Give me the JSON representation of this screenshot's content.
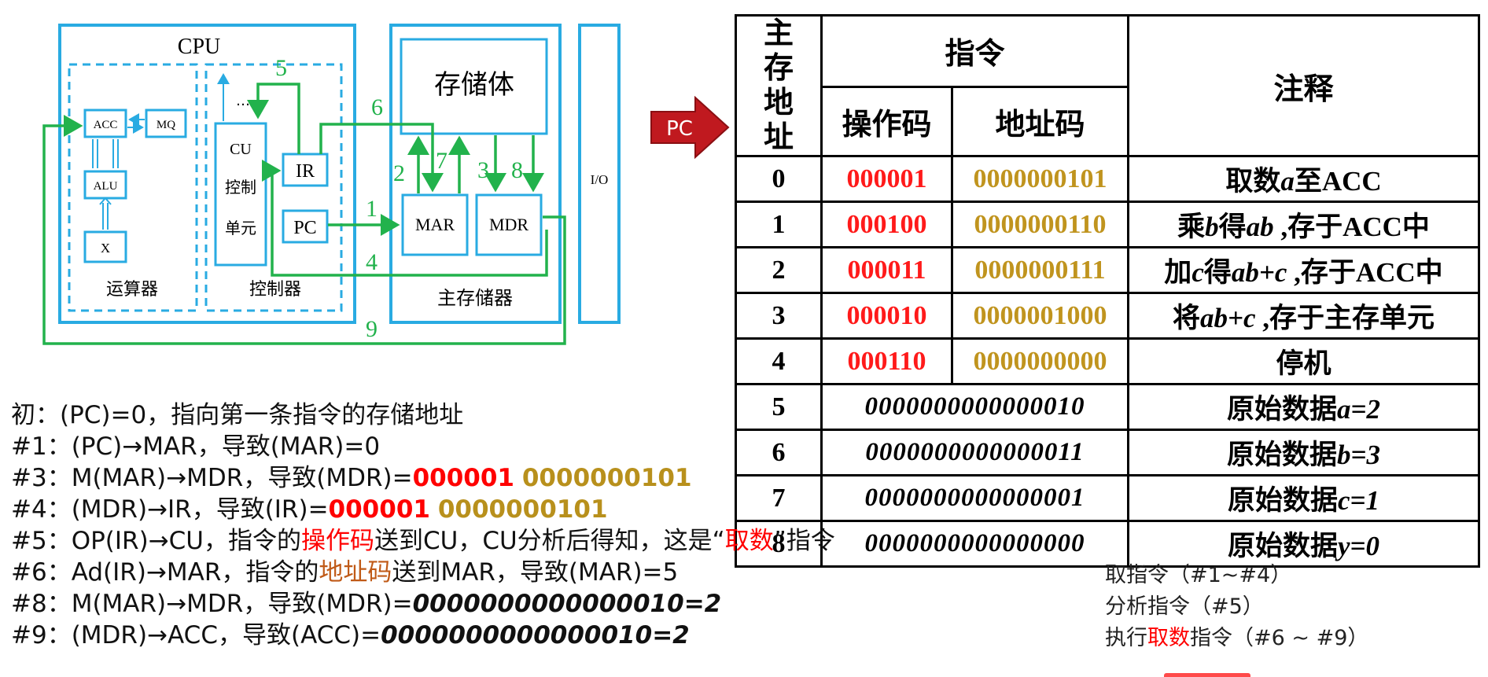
{
  "diagram": {
    "cpu_label": "CPU",
    "acc": "ACC",
    "mq": "MQ",
    "alu": "ALU",
    "x": "X",
    "alu_unit": "运算器",
    "cu_line1": "CU",
    "cu_line2": "控制",
    "cu_line3": "单元",
    "ir": "IR",
    "pc": "PC",
    "ellipsis": "…",
    "control_unit": "控制器",
    "storage_body": "存储体",
    "mar": "MAR",
    "mdr": "MDR",
    "main_memory": "主存储器",
    "io": "I/O",
    "step_numbers": [
      "1",
      "2",
      "3",
      "4",
      "5",
      "6",
      "7",
      "8",
      "9"
    ],
    "colors": {
      "box": "#29abe2",
      "path": "#22b24c",
      "pc_arrow": "#c0191f"
    }
  },
  "pc_arrow_label": "PC",
  "table": {
    "headers": {
      "address": "主存地址",
      "instruction": "指令",
      "opcode": "操作码",
      "addrcode": "地址码",
      "comment": "注释"
    },
    "rows": [
      {
        "addr": "0",
        "op": "000001",
        "ad": "0000000101",
        "note_pre": "取数",
        "note_var": "a",
        "note_post": "至ACC"
      },
      {
        "addr": "1",
        "op": "000100",
        "ad": "0000000110",
        "note_pre": "乘",
        "note_var": "b",
        "note_mid": "得",
        "note_var2": "ab",
        "note_post": " ,存于ACC中"
      },
      {
        "addr": "2",
        "op": "000011",
        "ad": "0000000111",
        "note_pre": "加",
        "note_var": "c",
        "note_mid": "得",
        "note_var2": "ab+c",
        "note_post": "  ,存于ACC中"
      },
      {
        "addr": "3",
        "op": "000010",
        "ad": "0000001000",
        "note_pre": "将",
        "note_var": "ab+c",
        "note_post": " ,存于主存单元"
      },
      {
        "addr": "4",
        "op": "000110",
        "ad": "0000000000",
        "note_pre": "停机"
      }
    ],
    "data_rows": [
      {
        "addr": "5",
        "data": "0000000000000010",
        "note_pre": "原始数据",
        "note_var": "a=2"
      },
      {
        "addr": "6",
        "data": "0000000000000011",
        "note_pre": "原始数据",
        "note_var": "b=3"
      },
      {
        "addr": "7",
        "data": "0000000000000001",
        "note_pre": "原始数据",
        "note_var": "c=1"
      },
      {
        "addr": "8",
        "data": "0000000000000000",
        "note_pre": "原始数据",
        "note_var": "y=0"
      }
    ]
  },
  "steps": {
    "s0": "初：(PC)=0，指向第一条指令的存储地址",
    "s1": "#1：(PC)→MAR，导致(MAR)=0",
    "s3_a": "#3：M(MAR)→MDR，导致(MDR)=",
    "s3_op": "000001",
    "s3_ad": "0000000101",
    "s4_a": "#4：(MDR)→IR，导致(IR)=",
    "s4_op": "000001",
    "s4_ad": "0000000101",
    "s5_a": "#5：OP(IR)→CU，指令的",
    "s5_b": "操作码",
    "s5_c": "送到CU，CU分析后得知，这是“",
    "s5_d": "取数",
    "s5_e": "”指令",
    "s6_a": "#6：Ad(IR)→MAR，指令的",
    "s6_b": "地址码",
    "s6_c": "送到MAR，导致(MAR)=5",
    "s8_a": "#8：M(MAR)→MDR，导致(MDR)=",
    "s8_b": "0000000000000010=2",
    "s9_a": "#9：(MDR)→ACC，导致(ACC)=",
    "s9_b": "0000000000000010=2"
  },
  "summary": {
    "fetch": "取指令（#1~#4）",
    "analyze": "分析指令（#5）",
    "exec_a": "执行",
    "exec_b": "取数",
    "exec_c": "指令（#6 ~ #9）"
  }
}
